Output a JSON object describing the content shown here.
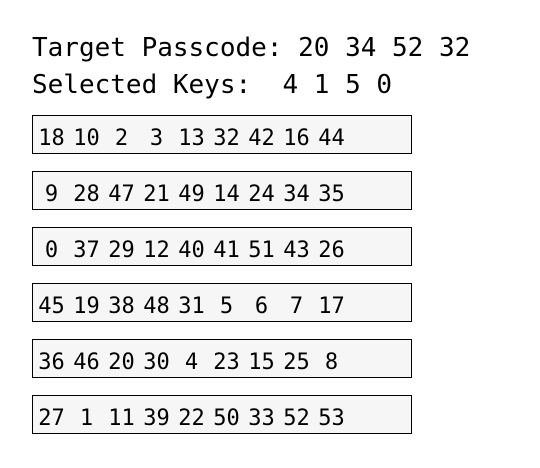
{
  "header": {
    "target_label": "Target Passcode:",
    "target_code": "20 34 52 32",
    "selected_label": "Selected Keys:",
    "selected_keys": "4 1 5 0"
  },
  "keypad": {
    "rows": [
      [
        "18",
        "10",
        "2",
        "3",
        "13",
        "32",
        "42",
        "16",
        "44"
      ],
      [
        "9",
        "28",
        "47",
        "21",
        "49",
        "14",
        "24",
        "34",
        "35"
      ],
      [
        "0",
        "37",
        "29",
        "12",
        "40",
        "41",
        "51",
        "43",
        "26"
      ],
      [
        "45",
        "19",
        "38",
        "48",
        "31",
        "5",
        "6",
        "7",
        "17"
      ],
      [
        "36",
        "46",
        "20",
        "30",
        "4",
        "23",
        "15",
        "25",
        "8"
      ],
      [
        "27",
        "1",
        "11",
        "39",
        "22",
        "50",
        "33",
        "52",
        "53"
      ]
    ]
  }
}
